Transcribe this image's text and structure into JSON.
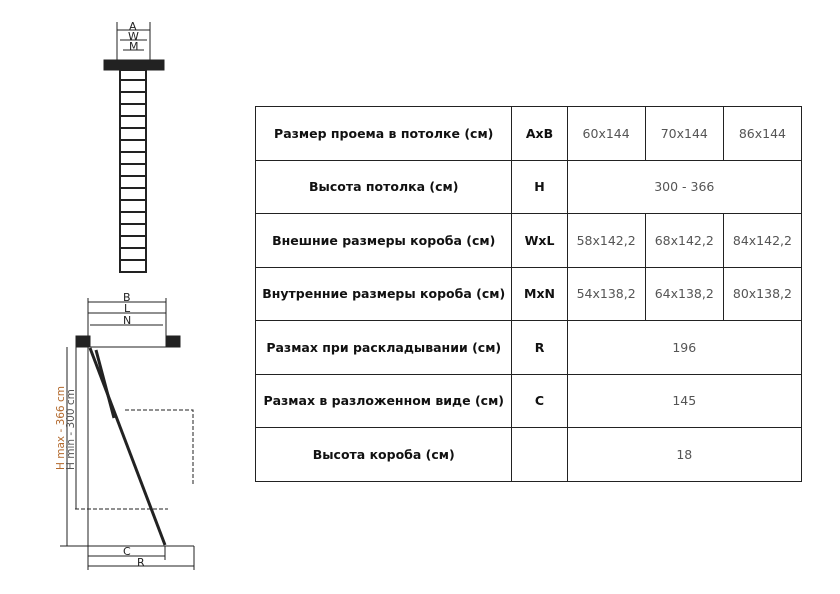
{
  "diagram": {
    "top_labels": [
      "A",
      "W",
      "M"
    ],
    "side_labels": [
      "B",
      "L",
      "N"
    ],
    "bottom_labels": [
      "C",
      "R"
    ],
    "h_max": "H max - 366 cm",
    "h_min": "H min - 300 cm",
    "h_max_color": "#b36a2e"
  },
  "table": {
    "rows": [
      {
        "label": "Размер проема в потолке (см)",
        "symbol": "AxB",
        "values": [
          "60x144",
          "70x144",
          "86x144"
        ]
      },
      {
        "label": "Высота потолка (см)",
        "symbol": "H",
        "value": "300 - 366"
      },
      {
        "label": "Внешние размеры короба (см)",
        "symbol": "WxL",
        "values": [
          "58x142,2",
          "68x142,2",
          "84x142,2"
        ]
      },
      {
        "label": "Внутренние размеры короба (см)",
        "symbol": "MxN",
        "values": [
          "54x138,2",
          "64x138,2",
          "80x138,2"
        ]
      },
      {
        "label": "Размах при раскладывании (см)",
        "symbol": "R",
        "value": "196"
      },
      {
        "label": "Размах в разложенном виде (см)",
        "symbol": "C",
        "value": "145"
      },
      {
        "label": "Высота короба (см)",
        "symbol": "",
        "value": "18"
      }
    ]
  }
}
